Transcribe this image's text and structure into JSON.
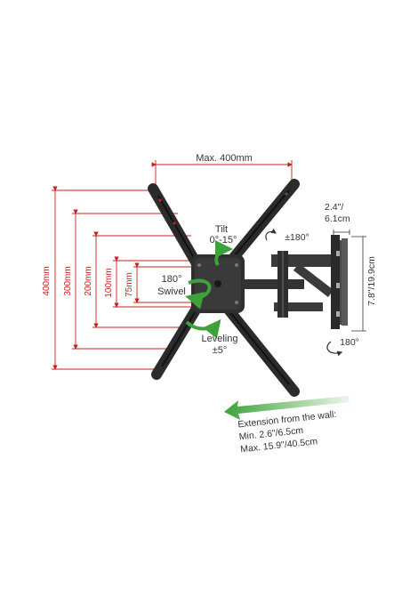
{
  "colors": {
    "dimension_red": "#c81e1e",
    "arrow_green": "#3da23a",
    "mount_dark": "#2b2b2b",
    "text_gray": "#333333"
  },
  "vesa_dimensions": {
    "max_width": "Max. 400mm",
    "heights": [
      "400mm",
      "300mm",
      "200mm",
      "100mm",
      "75mm"
    ]
  },
  "motion": {
    "tilt": {
      "label": "Tilt",
      "range": "0°-15°"
    },
    "swivel": {
      "angle": "180°",
      "label": "Swivel"
    },
    "leveling": {
      "label": "Leveling",
      "range": "±5°"
    },
    "arm_rotation_top": "±180°",
    "arm_rotation_bottom": "180°"
  },
  "wall_plate": {
    "width": "2.4\"/",
    "width_cm": "6.1cm",
    "height": "7.8\"/19.9cm"
  },
  "extension": {
    "title": "Extension from the wall:",
    "min": "Min. 2.6\"/6.5cm",
    "max": "Max. 15.9\"/40.5cm"
  },
  "icons": [
    "tilt-arrow-icon",
    "swivel-arrow-icon",
    "leveling-arrow-icon",
    "rotation-arrow-icon",
    "extension-arrow-icon"
  ]
}
